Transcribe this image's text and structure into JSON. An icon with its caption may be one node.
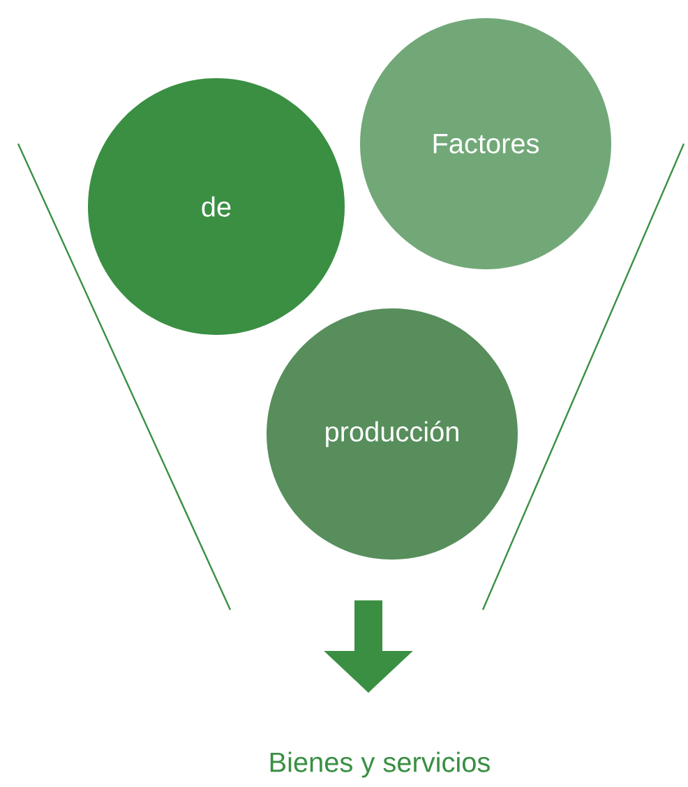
{
  "diagram": {
    "nodes": [
      {
        "text": [
          "Factores"
        ]
      },
      {
        "text": [
          "de"
        ]
      },
      {
        "text": [
          "producción"
        ]
      },
      {
        "text": [
          "Bienes y servicios"
        ]
      }
    ],
    "edges": [
      {
        "from": 2,
        "to": 3,
        "arrow": "to"
      }
    ]
  }
}
